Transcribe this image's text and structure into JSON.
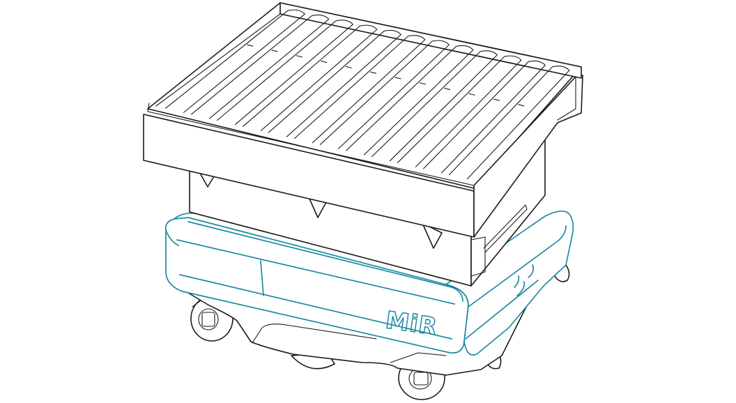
{
  "diagram": {
    "logo_text": "MiR",
    "colors": {
      "outline": "#1a1a1a",
      "accent": "#1b8aa3",
      "background": "#ffffff"
    },
    "parts": [
      "roller-conveyor-top-module",
      "conveyor-housing",
      "mobile-robot-base",
      "caster-wheels"
    ]
  }
}
